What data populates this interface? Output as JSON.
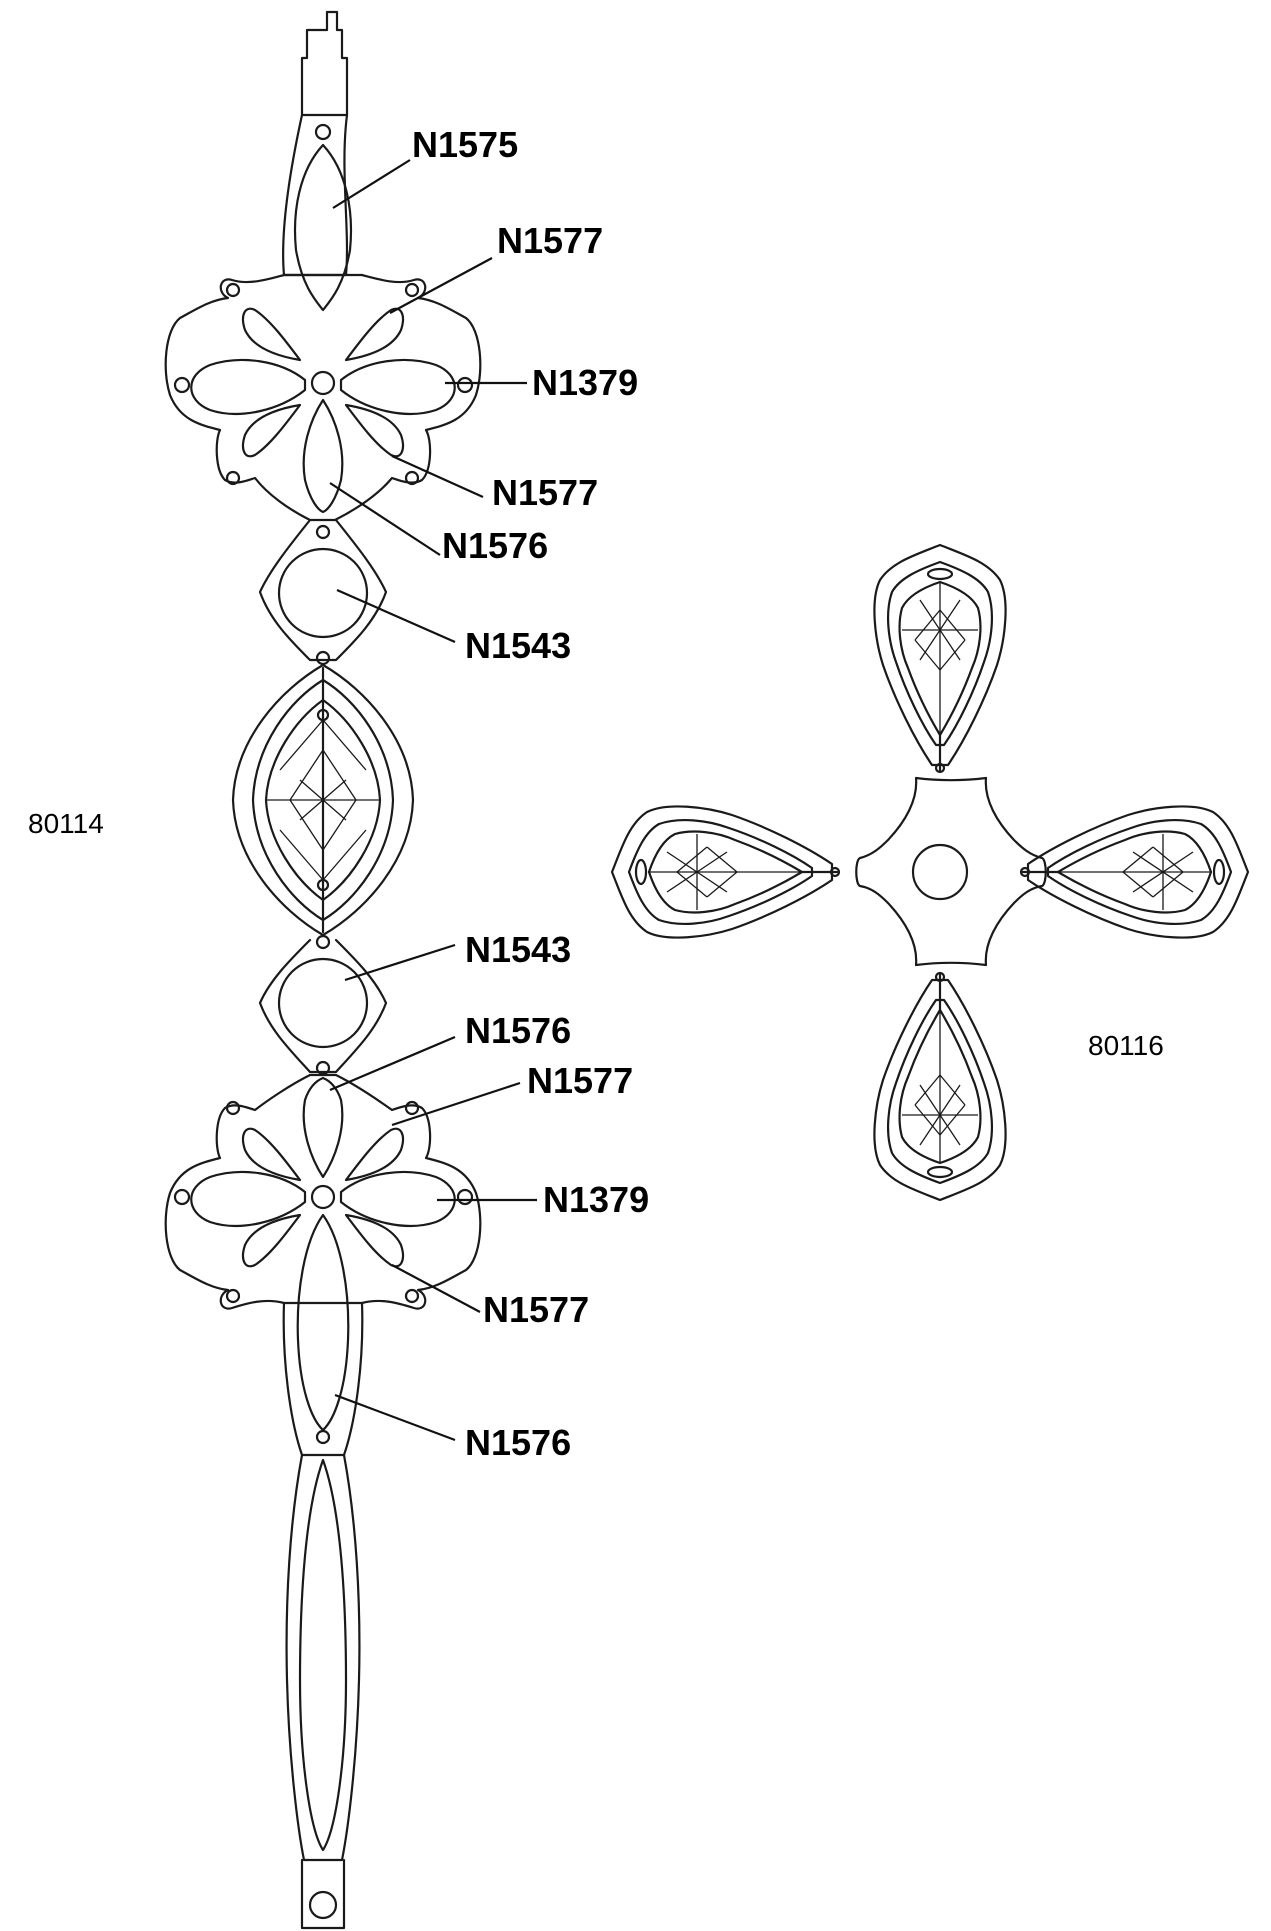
{
  "assemblies": [
    {
      "id": "left",
      "part_number": "80114"
    },
    {
      "id": "right",
      "part_number": "80116"
    }
  ],
  "callouts": [
    {
      "label": "N1575"
    },
    {
      "label": "N1577"
    },
    {
      "label": "N1379"
    },
    {
      "label": "N1577"
    },
    {
      "label": "N1576"
    },
    {
      "label": "N1543"
    },
    {
      "label": "N1543"
    },
    {
      "label": "N1576"
    },
    {
      "label": "N1577"
    },
    {
      "label": "N1379"
    },
    {
      "label": "N1577"
    },
    {
      "label": "N1576"
    }
  ],
  "colors": {
    "line": "#1a1a1a",
    "background": "#ffffff"
  }
}
